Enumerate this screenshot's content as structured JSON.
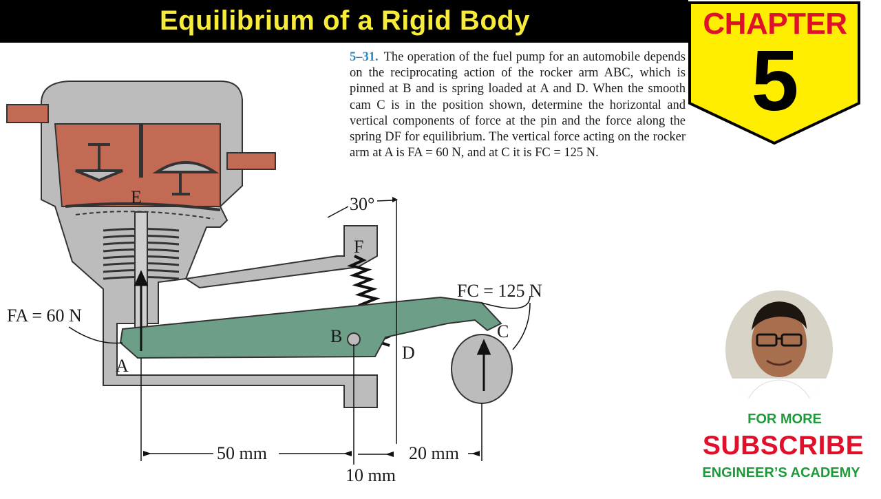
{
  "header": {
    "title": "Equilibrium of a Rigid Body"
  },
  "chapter_badge": {
    "label": "CHAPTER",
    "number": "5",
    "fill_color": "#ffee00",
    "label_color": "#e0102b"
  },
  "problem": {
    "number": "5–31.",
    "text": "The operation of the fuel pump for an automobile depends on the reciprocating action of the rocker arm ABC, which is pinned at B and is spring loaded at A and D. When the smooth cam C is in the position shown, determine the horizontal and vertical components of force at the pin and the force along the spring DF for equilibrium. The vertical force acting on the rocker arm at A is FA = 60 N, and at C it is FC = 125 N."
  },
  "diagram": {
    "labels": {
      "E": "E",
      "F": "F",
      "A": "A",
      "B": "B",
      "C": "C",
      "D": "D",
      "angle": "30°",
      "force_a": "FA = 60 N",
      "force_c": "FC = 125 N",
      "dim_50": "50 mm",
      "dim_10": "10 mm",
      "dim_20": "20 mm"
    },
    "colors": {
      "housing_fill": "#c36a55",
      "arm_fill": "#6d9e88",
      "metal_fill": "#bcbcbc"
    }
  },
  "promo": {
    "for_more": "FOR MORE",
    "subscribe": "SUBSCRIBE",
    "academy": "ENGINEER’S ACADEMY"
  }
}
